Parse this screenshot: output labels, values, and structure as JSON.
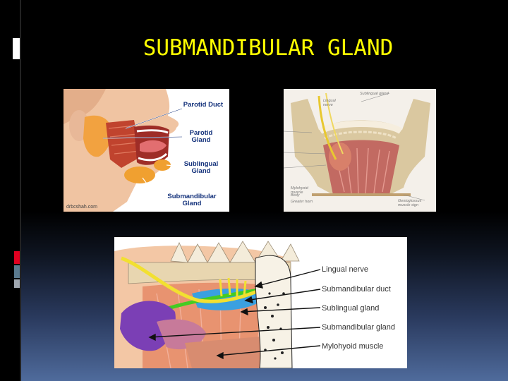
{
  "slide": {
    "title": "SUBMANDIBULAR GLAND"
  },
  "figure1": {
    "labels": {
      "parotid_duct": "Parotid Duct",
      "parotid_gland": "Parotid Gland",
      "sublingual_gland": "Sublingual Gland",
      "submandibular_gland": "Submandibular Gland"
    },
    "credit": "drbcshah.com"
  },
  "figure2": {
    "labels": {
      "top_sublingual": "Sublingual gland",
      "lingual_nerve": "Lingual nerve",
      "left_1": "Mylohyoid muscle",
      "left_2": "Body",
      "left_3": "Greater horn",
      "right_bottom": "Genioglossus muscle sign"
    }
  },
  "figure3": {
    "labels": {
      "lingual_nerve": "Lingual nerve",
      "submandibular_duct": "Submandibular duct",
      "sublingual_gland": "Sublingual gland",
      "submandibular_gland": "Submandibular gland",
      "mylohyoid_muscle": "Mylohyoid muscle"
    }
  },
  "colors": {
    "title": "#ffff00",
    "label_blue": "#12307a",
    "gland_purple": "#7b3fb5",
    "duct_green": "#44cc22",
    "nerve_yellow": "#f2e030",
    "sublingual_blue": "#3aa0e0"
  }
}
